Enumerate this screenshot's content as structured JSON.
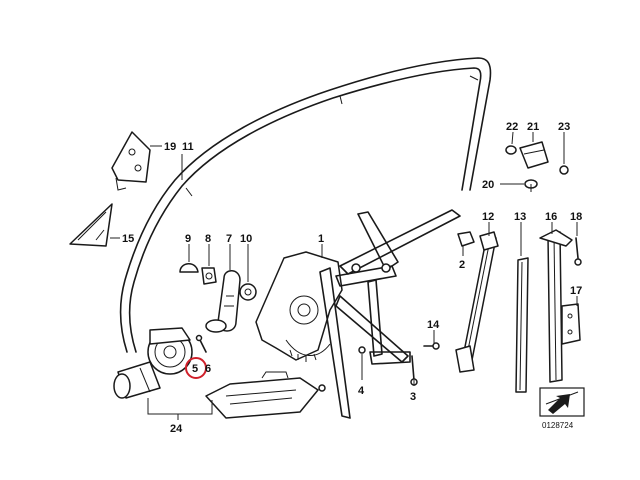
{
  "labels": [
    "1",
    "2",
    "3",
    "4",
    "5",
    "6",
    "7",
    "8",
    "9",
    "10",
    "11",
    "12",
    "13",
    "14",
    "15",
    "16",
    "17",
    "18",
    "19",
    "20",
    "21",
    "22",
    "23",
    "24"
  ],
  "highlight": {
    "label": "5",
    "color": "#d0202a"
  },
  "drawing_code": "0128724"
}
